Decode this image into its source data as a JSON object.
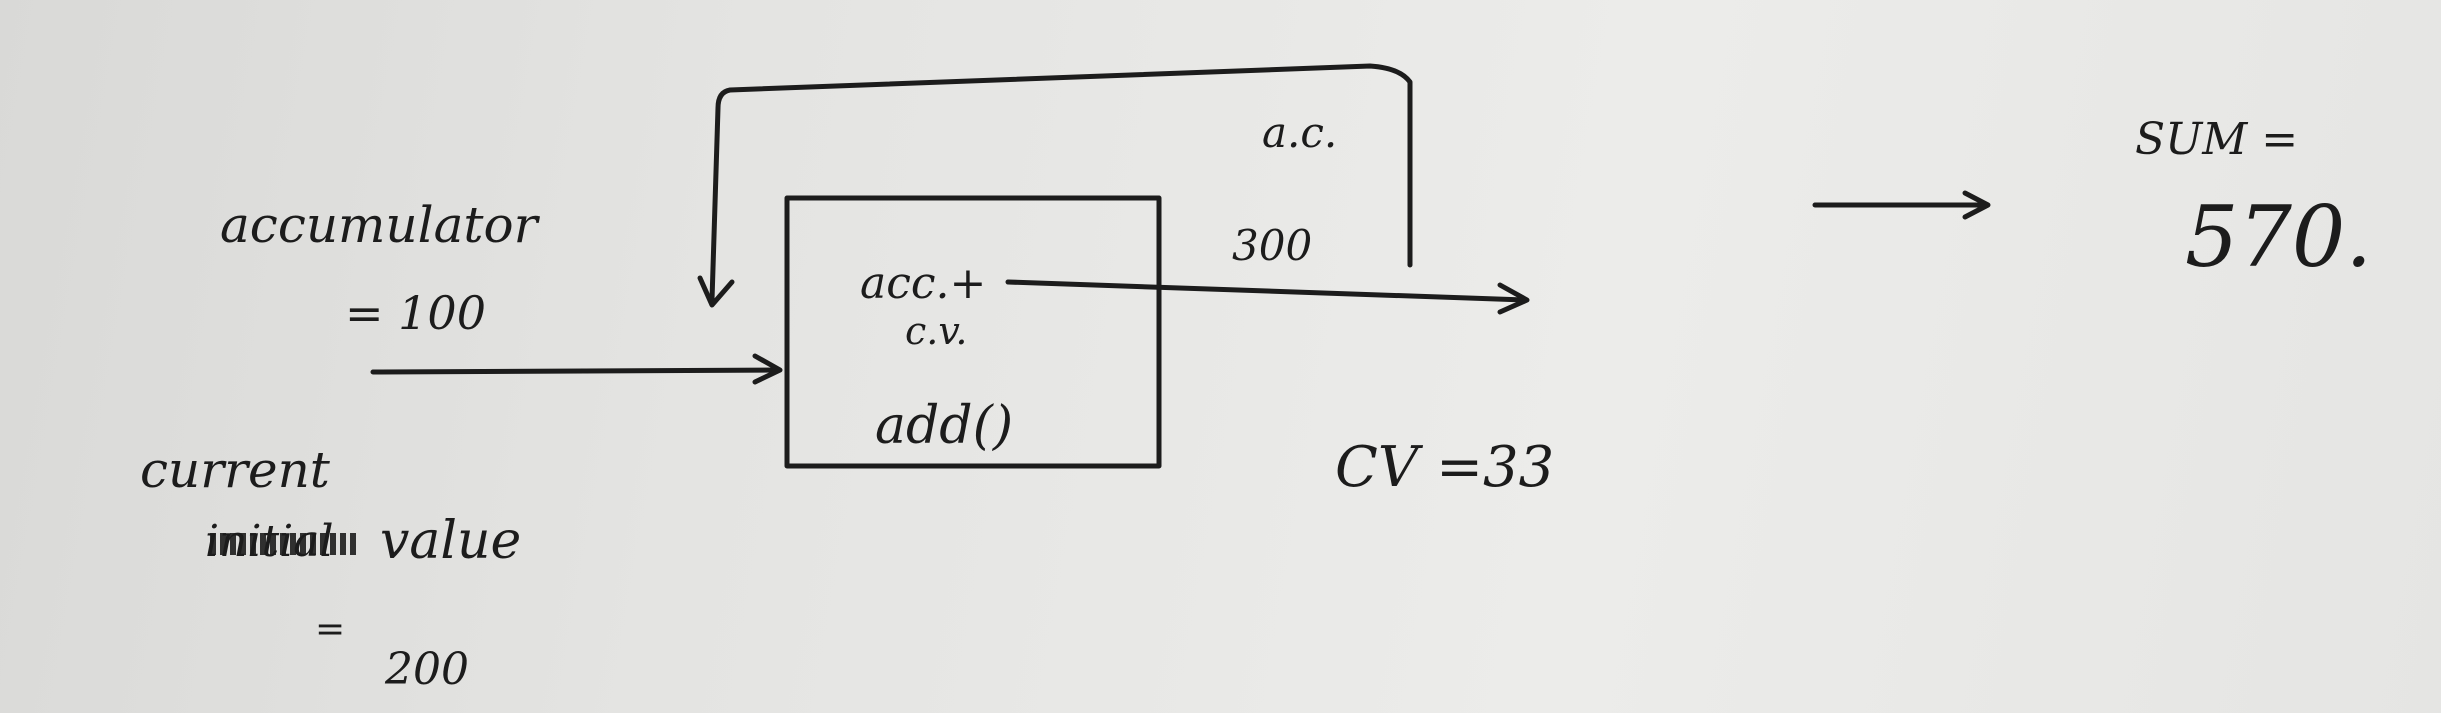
{
  "labels": {
    "accumulator": "accumulator",
    "accumulator_value": "= 100",
    "current_value_line1": "current",
    "current_value_struck": "initial",
    "current_value_line2": "value",
    "current_value_eq": "=",
    "current_value_num": "200",
    "box_line1": "acc.+",
    "box_line2": "c.v.",
    "box_line3": "add()",
    "loop_label": "a.c.",
    "output_value": "300",
    "cv_label": "CV =33",
    "sum_label": "SUM =",
    "sum_value": "570."
  }
}
